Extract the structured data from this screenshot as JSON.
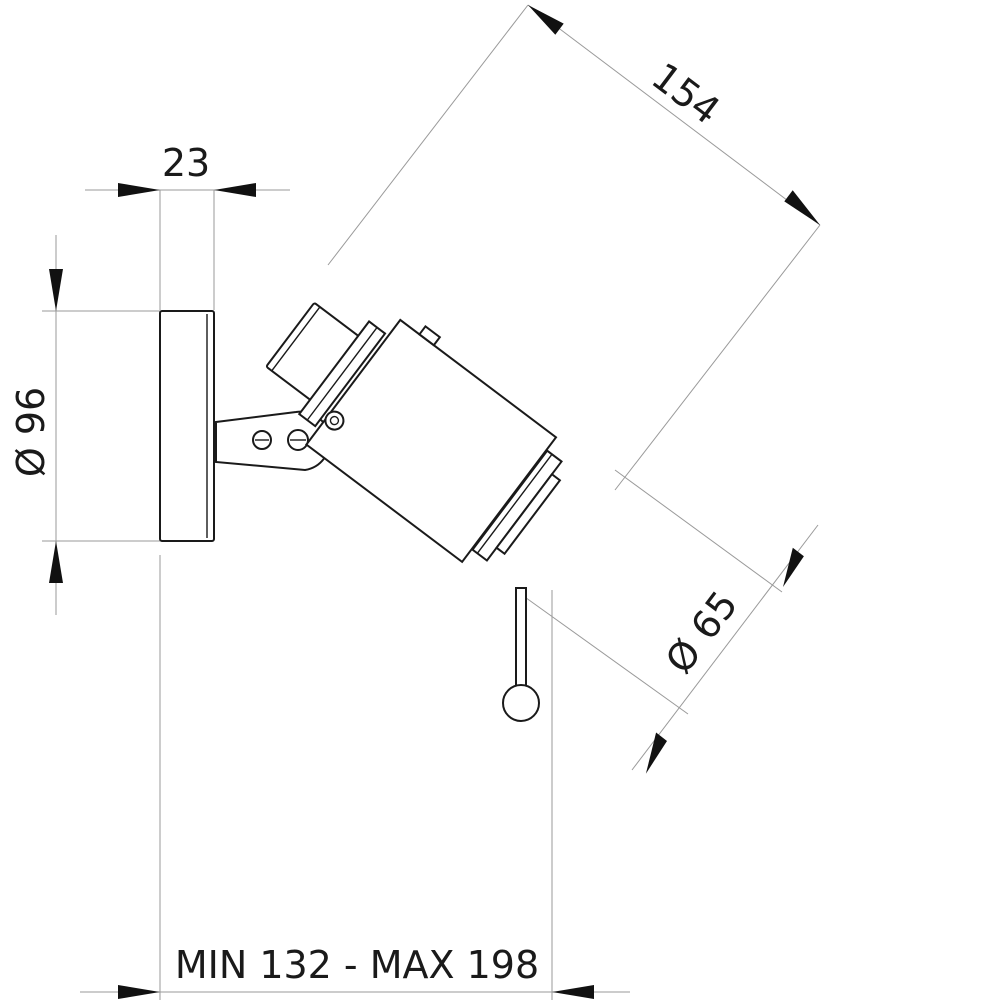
{
  "dimensions": {
    "depth": "23",
    "base_diameter": "Ø 96",
    "head_length": "154",
    "head_diameter": "Ø 65",
    "projection": "MIN 132 - MAX 198"
  },
  "colors": {
    "line": "#1a1a1a",
    "extension_line": "#9a9a9a",
    "arrow": "#111111",
    "background": "#ffffff"
  }
}
